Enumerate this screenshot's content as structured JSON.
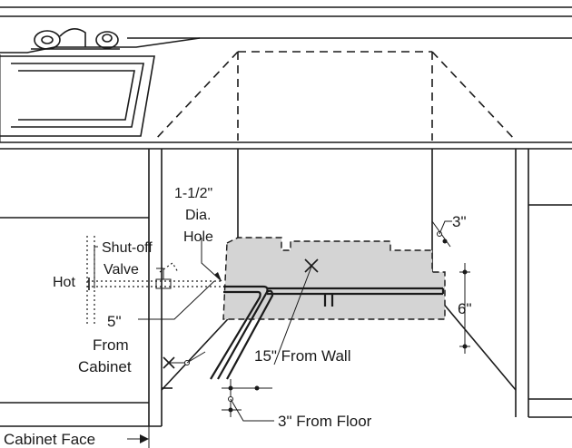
{
  "labels": {
    "hole_size": "1-1/2\"",
    "hole_dia": "Dia.",
    "hole_word": "Hole",
    "shutoff_1": "Shut-off",
    "shutoff_2": "Valve",
    "hot": "Hot",
    "five_inch": "5\"",
    "from_word": "From",
    "cabinet_word": "Cabinet",
    "from_wall": "15\" From Wall",
    "from_floor": "3\" From Floor",
    "three_inch": "3\"",
    "six_inch": "6\"",
    "cabinet_face": "Cabinet Face"
  },
  "colors": {
    "line": "#1a1a1a",
    "shaded_area": "#d4d4d4",
    "background": "#ffffff"
  }
}
